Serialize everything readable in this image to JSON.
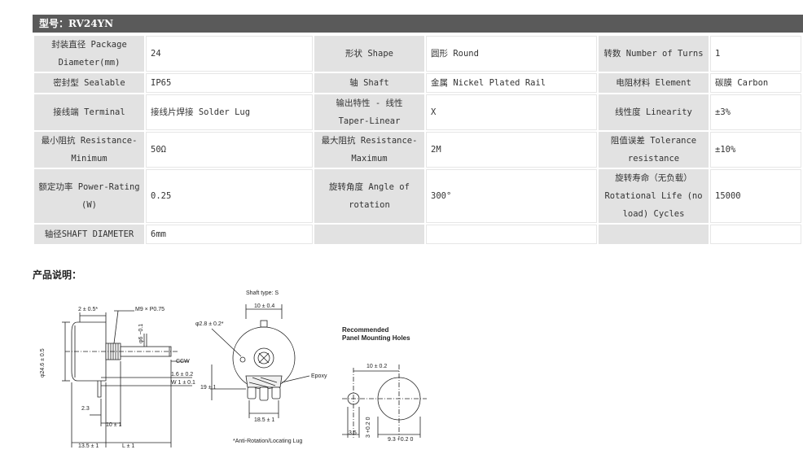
{
  "header": {
    "model_title": "型号：RV24YN"
  },
  "spec_table": {
    "rows": [
      [
        {
          "label": "封装直径 Package Diameter(mm)",
          "value": "24"
        },
        {
          "label": "形状 Shape",
          "value": "圆形 Round"
        },
        {
          "label": "转数 Number of Turns",
          "value": "1"
        }
      ],
      [
        {
          "label": "密封型 Sealable",
          "value": "IP65"
        },
        {
          "label": "轴 Shaft",
          "value": "金属 Nickel Plated Rail"
        },
        {
          "label": "电阻材料 Element",
          "value": "碳膜 Carbon"
        }
      ],
      [
        {
          "label": "接线端 Terminal",
          "value": "接线片焊接 Solder Lug"
        },
        {
          "label": "输出特性 - 线性 Taper-Linear",
          "value": "X"
        },
        {
          "label": "线性度 Linearity",
          "value": "±3%"
        }
      ],
      [
        {
          "label": "最小阻抗 Resistance-Minimum",
          "value": "50Ω"
        },
        {
          "label": "最大阻抗 Resistance-Maximum",
          "value": "2M"
        },
        {
          "label": "阻值误差 Tolerance resistance",
          "value": "±10%"
        }
      ],
      [
        {
          "label": "额定功率 Power-Rating (W)",
          "value": "0.25"
        },
        {
          "label": "旋转角度 Angle of rotation",
          "value": "300°"
        },
        {
          "label": "旋转寿命（无负载）Rotational Life (no load) Cycles",
          "value": "15000"
        }
      ],
      [
        {
          "label": "轴径SHAFT DIAMETER",
          "value": "6mm"
        },
        {
          "label": "",
          "value": ""
        },
        {
          "label": "",
          "value": ""
        }
      ]
    ]
  },
  "description": {
    "title": "产品说明："
  },
  "drawing": {
    "shaft_type": "Shaft type: S",
    "recommended_title_1": "Recommended",
    "recommended_title_2": "Panel Mounting Holes",
    "dims": {
      "d_2_05": "2 ± 0.5*",
      "m9": "M9 × P0.75",
      "d_246": "φ24.6 ± 0.5",
      "d_6": "φ6 −0.1",
      "ccw": "CCW",
      "d_16": "1.6 ± 0.2",
      "w1": "W 1 ± 0.1",
      "d_23": "2.3",
      "d_10a": "10 ± 1",
      "d_135": "13.5 ± 1",
      "d_L": "L ± 1",
      "d_10_04": "10 ± 0.4",
      "d_28": "φ2.8 ± 0.2*",
      "d_19": "19 ± 1",
      "epoxy": "Epoxy",
      "d_185": "18.5 ± 1",
      "anti_rot": "*Anti-Rotation/Locating Lug",
      "d_10_02": "10 ± 0.2",
      "d_35": "3.5",
      "d_3": "3 +0.2 0",
      "d_93": "9.3 +0.2 0"
    }
  }
}
